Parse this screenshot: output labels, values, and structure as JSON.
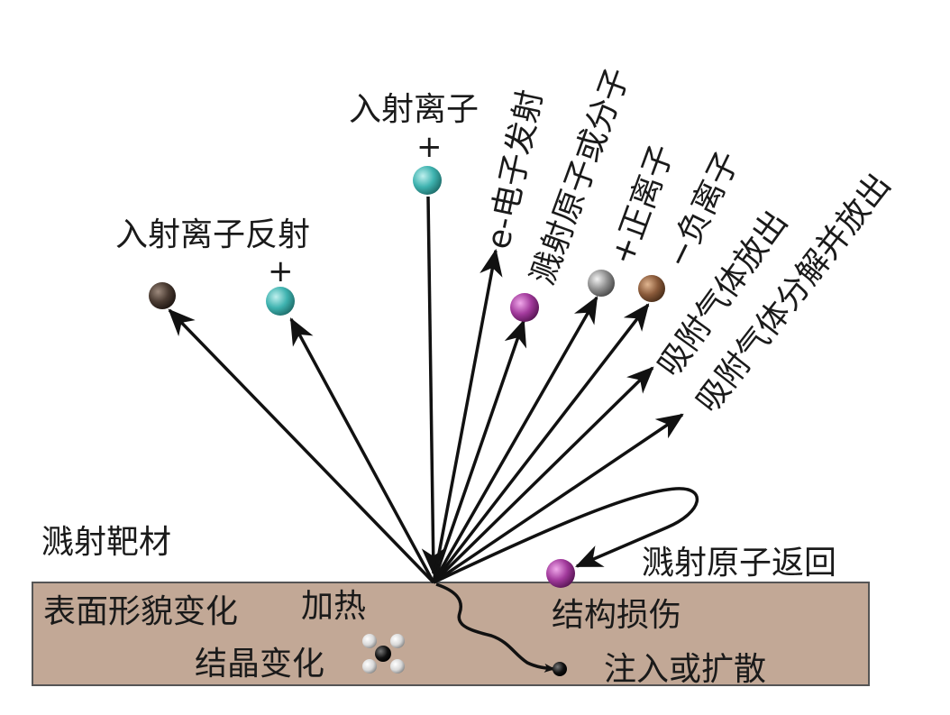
{
  "target": {
    "label": "溅射靶材",
    "fill": "#c2a896"
  },
  "labels": {
    "incident_ion": "入射离子",
    "incident_ion_sign": "+",
    "reflected_ion": "入射离子反射",
    "reflected_ion_sign": "+",
    "electron_emission": "e-电子发射",
    "sputtered_atom": "溅射原子或分子",
    "positive_ion": "+正离子",
    "negative_ion": "−负离子",
    "gas_release": "吸附气体放出",
    "gas_decompose": "吸附气体分解并放出",
    "atom_return": "溅射原子返回",
    "surface_change": "表面形貌变化",
    "heating": "加热",
    "crystal_change": "结晶变化",
    "structural_damage": "结构损伤",
    "implant_diffuse": "注入或扩散"
  },
  "colors": {
    "cyan_ion": "#3fb3b0",
    "dark_brown": "#4a3b32",
    "magenta": "#a23a9c",
    "gray": "#8f8f8f",
    "brown": "#8a5a3a",
    "arrow": "#111111"
  }
}
